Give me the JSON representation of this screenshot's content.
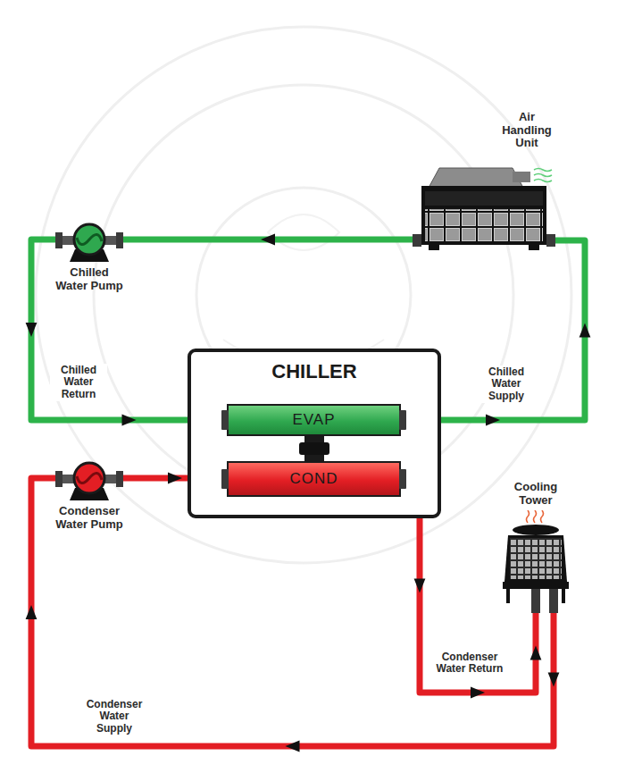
{
  "diagram": {
    "nodes": [
      {
        "text": [
          "Air Handling Unit"
        ]
      },
      {
        "text": [
          "Chilled Water Pump"
        ]
      },
      {
        "text": [
          "CHILLER"
        ]
      },
      {
        "text": [
          "EVAP"
        ],
        "in": 2
      },
      {
        "text": [
          "COND"
        ],
        "in": 2
      },
      {
        "text": [
          "Condenser Water Pump"
        ]
      },
      {
        "text": [
          "Cooling Tower"
        ]
      }
    ],
    "edges": [
      {
        "from": 0,
        "to": 1,
        "arrow": "to"
      },
      {
        "from": 1,
        "to": 3,
        "arrow": "to",
        "label": "Chilled Water Return"
      },
      {
        "from": 3,
        "to": 0,
        "arrow": "to",
        "label": "Chilled Water Supply"
      },
      {
        "from": 5,
        "to": 4,
        "arrow": "to"
      },
      {
        "from": 4,
        "to": 6,
        "arrow": "to",
        "label": "Condenser Water Return"
      },
      {
        "from": 6,
        "to": 5,
        "arrow": "to",
        "label": "Condenser Water Supply"
      }
    ]
  }
}
